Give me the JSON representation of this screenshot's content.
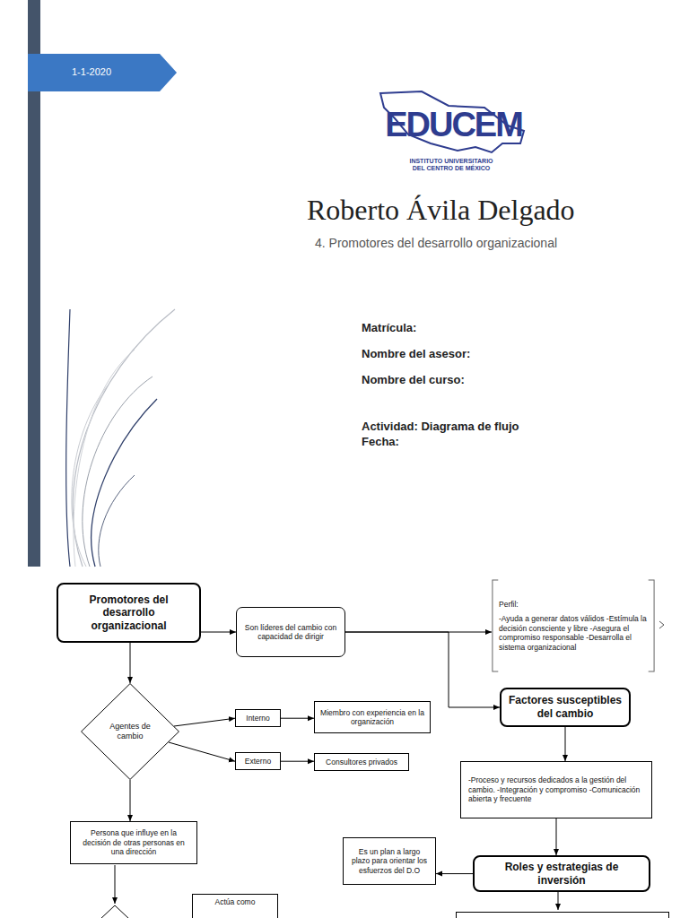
{
  "diagram": {
    "nodes": [
      {
        "text": [
          "Promotores del desarrollo organizacional"
        ]
      },
      {
        "text": [
          "Son líderes del cambio con capacidad de dirigir"
        ]
      },
      {
        "text": [
          "Perfil:",
          "-Ayuda a generar datos válidos -Estímula la decisión consciente y libre -Asegura el compromiso responsable -Desarrolla el sistema organizacional"
        ]
      },
      {
        "text": [
          "Agentes de cambio"
        ]
      },
      {
        "text": [
          "Interno"
        ]
      },
      {
        "text": [
          "Miembro con experiencia en la organización"
        ]
      },
      {
        "text": [
          "Externo"
        ]
      },
      {
        "text": [
          "Consultores privados"
        ]
      },
      {
        "text": [
          "Factores susceptibles del cambio"
        ]
      },
      {
        "text": [
          "-Proceso y recursos dedicados a la gestión del cambio. -Integración y compromiso -Comunicación abierta y frecuente"
        ]
      },
      {
        "text": [
          "Persona que influye en la decisión de otras personas en una dirección"
        ]
      },
      {
        "text": [
          "Es un plan a largo plazo para orientar los esfuerzos del D.O"
        ]
      },
      {
        "text": [
          "Roles y estrategias de inversión"
        ]
      },
      {
        "text": [
          "Actúa como"
        ]
      }
    ],
    "edges": [
      {
        "from": 0,
        "to": 1,
        "arrow": "to"
      },
      {
        "from": 1,
        "to": 2,
        "arrow": "to"
      },
      {
        "from": 1,
        "to": 8,
        "arrow": "to"
      },
      {
        "from": 0,
        "to": 3,
        "arrow": "to"
      },
      {
        "from": 3,
        "to": 4,
        "arrow": "to"
      },
      {
        "from": 3,
        "to": 6,
        "arrow": "to"
      },
      {
        "from": 4,
        "to": 5,
        "arrow": "to"
      },
      {
        "from": 6,
        "to": 7,
        "arrow": "to"
      },
      {
        "from": 3,
        "to": 10,
        "arrow": "to"
      },
      {
        "from": 8,
        "to": 9,
        "arrow": "to"
      },
      {
        "from": 9,
        "to": 12,
        "arrow": "to"
      },
      {
        "from": 12,
        "to": 11,
        "arrow": "to"
      }
    ],
    "labels": [
      "1-1-2020",
      "EDUCEM",
      "INSTITUTO UNIVERSITARIO DEL CENTRO DE MÉXICO",
      "Roberto Ávila Delgado",
      "4. Promotores del desarrollo organizacional",
      "Matrícula:",
      "Nombre del asesor:",
      "Nombre del curso:",
      "Actividad: Diagrama de flujo",
      "Fecha:"
    ]
  }
}
